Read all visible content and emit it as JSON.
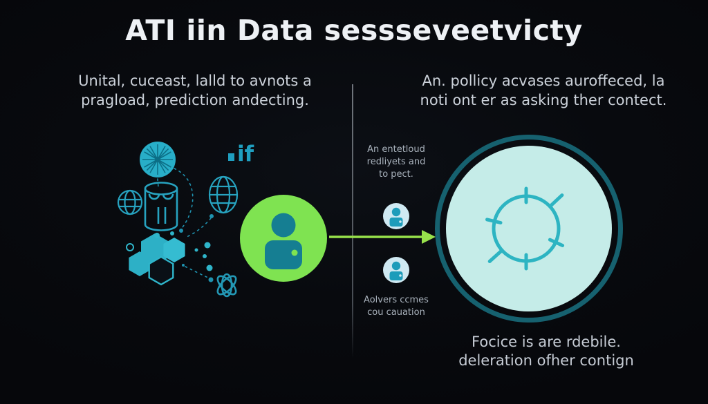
{
  "title": "ATI iin Data sessseveetvicty",
  "left_panel": {
    "description": {
      "line1": "Unital, cuceast, lalld to avnots a",
      "line2": "pragload, prediction andecting."
    },
    "logo_text": "if",
    "icons": [
      "turbine-icon",
      "dome-globe-icon",
      "database-cylinder-icon",
      "wireframe-sphere-icon",
      "hexagon-cluster-icon",
      "knot-icon"
    ]
  },
  "right_panel": {
    "description": {
      "line1": "An. pollicy acvases auroffeced, la",
      "line2": "noti ont er as asking ther contect."
    },
    "caption": {
      "line1": "Focice is are rdebile.",
      "line2": "deleration ofher contign"
    }
  },
  "middle": {
    "note_top": {
      "line1": "An entetloud",
      "line2": "redliyets and",
      "line3": "to pect."
    },
    "note_bottom": {
      "line1": "Aolvers ccmes",
      "line2": "cou cauation"
    }
  },
  "colors": {
    "background": "#080a0e",
    "accent_teal": "#27a3c0",
    "accent_green": "#7fe351",
    "arrow_green": "#98e14b",
    "pale_circle_fill": "#c5ece8",
    "ring_dark_teal": "#16616f",
    "gear_teal": "#2db4c2",
    "avatar_bg": "#cfe9f2",
    "person_teal": "#157e92"
  }
}
